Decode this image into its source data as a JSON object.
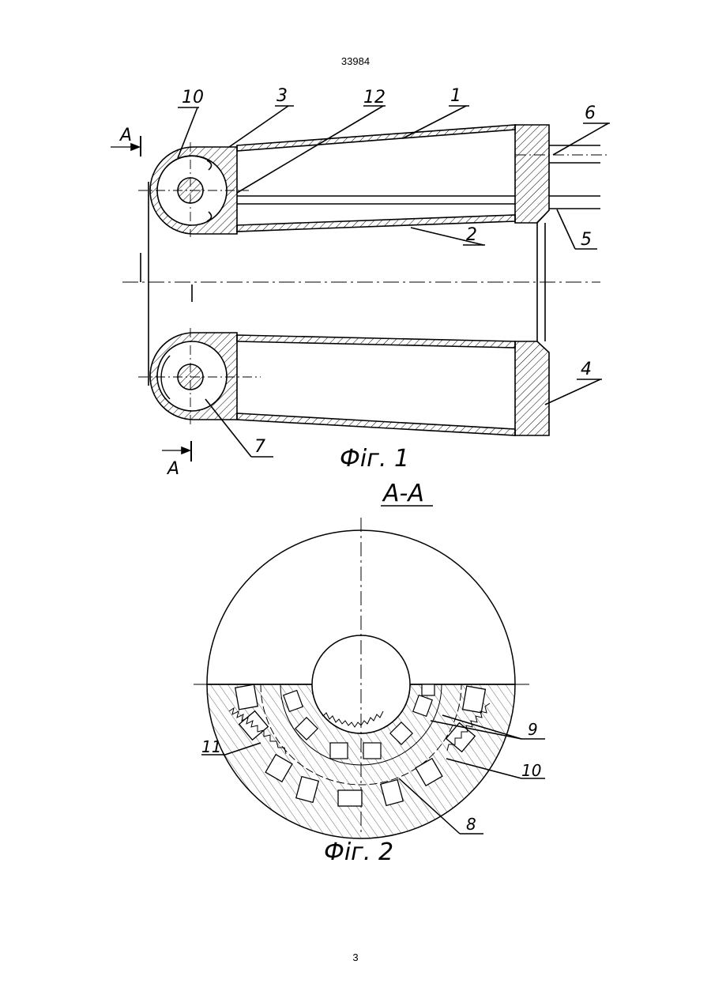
{
  "header": {
    "doc_number": "33984"
  },
  "footer": {
    "page_number": "3"
  },
  "figure1": {
    "caption": "Фіг. 1",
    "section_mark": "A",
    "labels": [
      "1",
      "2",
      "3",
      "4",
      "5",
      "6",
      "7",
      "10",
      "12"
    ]
  },
  "figure2": {
    "caption": "Фіг. 2",
    "section_title": "A-A",
    "labels": [
      "8",
      "9",
      "10",
      "11"
    ]
  }
}
